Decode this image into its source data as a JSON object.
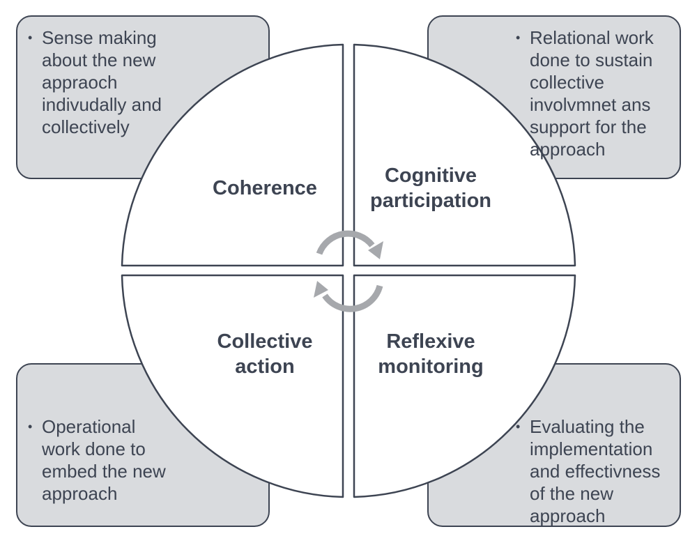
{
  "quadrants": {
    "top_left": {
      "title": "Coherence",
      "description": "Sense making\nabout the new\nappraoch\nindivudally and\ncollectively"
    },
    "top_right": {
      "title": "Cognitive\nparticipation",
      "description": "Relational work\ndone to sustain\ncollective\ninvolvmnet ans\nsupport for the\napproach"
    },
    "bottom_left": {
      "title": "Collective\naction",
      "description": "Operational\nwork done to\nembed the new\napproach"
    },
    "bottom_right": {
      "title": "Reflexive\nmonitoring",
      "description": "Evaluating the\nimplementation\nand effectivness\nof the new\napproach"
    }
  },
  "bullet_glyph": "•",
  "colors": {
    "box_fill": "#d9dbde",
    "outline": "#3d4452",
    "text": "#3d4452",
    "cycle_arrows": "#a6a8ac"
  },
  "icons": [
    "cycle-arrow-top-icon",
    "cycle-arrow-bottom-icon"
  ]
}
